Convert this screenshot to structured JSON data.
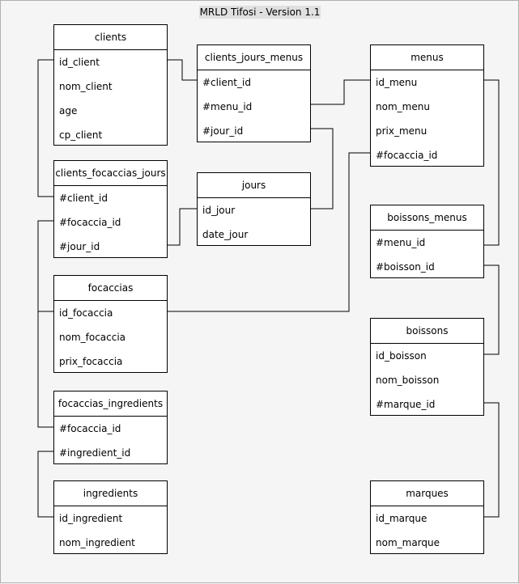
{
  "title": "MRLD Tifosi - Version 1.1",
  "tables": {
    "clients": {
      "name": "clients",
      "fields": [
        "id_client",
        "nom_client",
        "age",
        "cp_client"
      ]
    },
    "clients_jours_menus": {
      "name": "clients_jours_menus",
      "fields": [
        "#client_id",
        "#menu_id",
        "#jour_id"
      ]
    },
    "menus": {
      "name": "menus",
      "fields": [
        "id_menu",
        "nom_menu",
        "prix_menu",
        "#focaccia_id"
      ]
    },
    "clients_focaccias_jours": {
      "name": "clients_focaccias_jours",
      "fields": [
        "#client_id",
        "#focaccia_id",
        "#jour_id"
      ]
    },
    "jours": {
      "name": "jours",
      "fields": [
        "id_jour",
        "date_jour"
      ]
    },
    "boissons_menus": {
      "name": "boissons_menus",
      "fields": [
        "#menu_id",
        "#boisson_id"
      ]
    },
    "focaccias": {
      "name": "focaccias",
      "fields": [
        "id_focaccia",
        "nom_focaccia",
        "prix_focaccia"
      ]
    },
    "boissons": {
      "name": "boissons",
      "fields": [
        "id_boisson",
        "nom_boisson",
        "#marque_id"
      ]
    },
    "focaccias_ingredients": {
      "name": "focaccias_ingredients",
      "fields": [
        "#focaccia_id",
        "#ingredient_id"
      ]
    },
    "ingredients": {
      "name": "ingredients",
      "fields": [
        "id_ingredient",
        "nom_ingredient"
      ]
    },
    "marques": {
      "name": "marques",
      "fields": [
        "id_marque",
        "nom_marque"
      ]
    }
  }
}
